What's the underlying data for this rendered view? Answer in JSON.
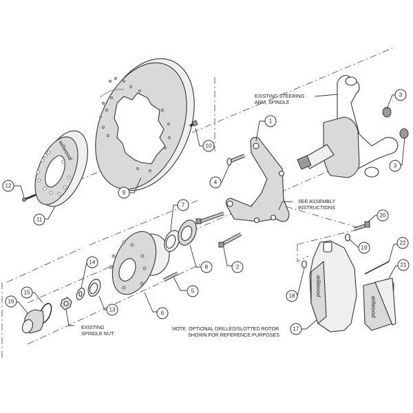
{
  "diagram": {
    "title": "Front Disc Brake Kit Exploded Assembly",
    "brand": "wilwood",
    "colors": {
      "background": "#ffffff",
      "line": "#333333",
      "part_shade": "#d9d9d9",
      "part_light": "#efefef"
    },
    "callouts": [
      {
        "id": "1",
        "label": "1"
      },
      {
        "id": "2",
        "label": "2"
      },
      {
        "id": "3a",
        "label": "3"
      },
      {
        "id": "3b",
        "label": "3"
      },
      {
        "id": "4",
        "label": "4"
      },
      {
        "id": "5",
        "label": "5"
      },
      {
        "id": "6",
        "label": "6"
      },
      {
        "id": "7",
        "label": "7"
      },
      {
        "id": "8",
        "label": "8"
      },
      {
        "id": "9",
        "label": "9"
      },
      {
        "id": "10",
        "label": "10"
      },
      {
        "id": "11",
        "label": "11"
      },
      {
        "id": "12",
        "label": "12"
      },
      {
        "id": "13",
        "label": "13"
      },
      {
        "id": "14",
        "label": "14"
      },
      {
        "id": "15",
        "label": "15"
      },
      {
        "id": "16",
        "label": "16"
      },
      {
        "id": "17",
        "label": "17"
      },
      {
        "id": "18",
        "label": "18"
      },
      {
        "id": "19",
        "label": "19"
      },
      {
        "id": "20",
        "label": "20"
      },
      {
        "id": "21",
        "label": "21"
      },
      {
        "id": "22",
        "label": "22"
      }
    ],
    "annotations": {
      "steering_arm": [
        "EXISTING STEERING",
        "ARM, SPINDLE"
      ],
      "assembly": [
        "SEE ASSEMBLY",
        "INSTRUCTIONS"
      ],
      "spindle_nut": [
        "EXISTING",
        "SPINDLE NUT"
      ],
      "note": [
        "NOTE: OPTIONAL DRILLED/SLOTTED ROTOR",
        "SHOWN FOR REFERENCE PURPOSES"
      ]
    },
    "parts": [
      {
        "ref": "1",
        "name": "Caliper mounting bracket"
      },
      {
        "ref": "2",
        "name": "Bracket bolt"
      },
      {
        "ref": "3",
        "name": "Nut"
      },
      {
        "ref": "4",
        "name": "Countersunk bolt"
      },
      {
        "ref": "5",
        "name": "Hub bolt"
      },
      {
        "ref": "6",
        "name": "Hub"
      },
      {
        "ref": "7",
        "name": "Inner bearing"
      },
      {
        "ref": "8",
        "name": "Grease seal"
      },
      {
        "ref": "9",
        "name": "Drilled/slotted rotor"
      },
      {
        "ref": "10",
        "name": "Rotor bolt"
      },
      {
        "ref": "11",
        "name": "Hat"
      },
      {
        "ref": "12",
        "name": "Hat screw"
      },
      {
        "ref": "13",
        "name": "Outer bearing"
      },
      {
        "ref": "14",
        "name": "Washer"
      },
      {
        "ref": "15",
        "name": "O-ring"
      },
      {
        "ref": "16",
        "name": "Dust cap"
      },
      {
        "ref": "17",
        "name": "Caliper"
      },
      {
        "ref": "18",
        "name": "Shim washer"
      },
      {
        "ref": "19",
        "name": "Washer"
      },
      {
        "ref": "20",
        "name": "Caliper bolt"
      },
      {
        "ref": "21",
        "name": "Brake pad"
      },
      {
        "ref": "22",
        "name": "Cotter pin"
      }
    ]
  }
}
